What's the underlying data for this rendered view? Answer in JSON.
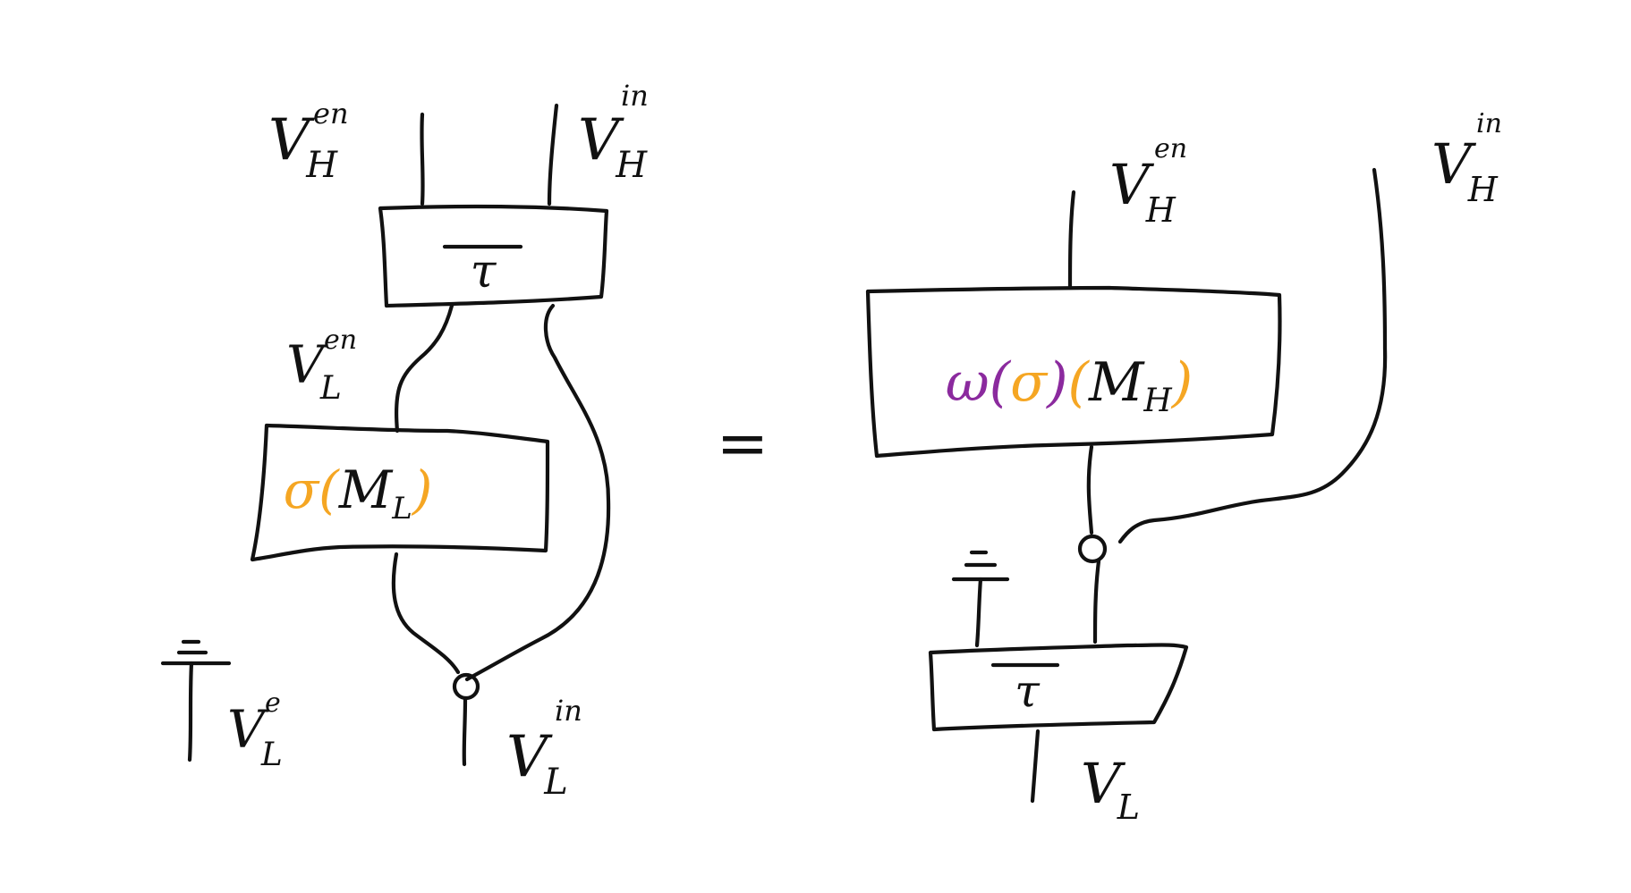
{
  "colors": {
    "ink": "#111111",
    "orange": "#F5A623",
    "purple": "#8B2A9E"
  },
  "left": {
    "labels": {
      "v_h_en": {
        "base": "V",
        "sub": "H",
        "sup": "en"
      },
      "v_h_in": {
        "base": "V",
        "sub": "H",
        "sup": "in"
      },
      "v_l_en": {
        "base": "V",
        "sub": "L",
        "sup": "en"
      },
      "v_l_e": {
        "base": "V",
        "sub": "L",
        "sup": "e"
      },
      "v_l_in": {
        "base": "V",
        "sub": "L",
        "sup": "in"
      }
    },
    "box_tau": {
      "symbol": "τ"
    },
    "box_sigma": {
      "fn": "σ",
      "open": "(",
      "arg": "M",
      "arg_sub": "L",
      "close": ")"
    }
  },
  "equals": "=",
  "right": {
    "labels": {
      "v_h_en": {
        "base": "V",
        "sub": "H",
        "sup": "en"
      },
      "v_h_in": {
        "base": "V",
        "sub": "H",
        "sup": "in"
      },
      "v_l": {
        "base": "V",
        "sub": "L"
      }
    },
    "box_omega": {
      "fn": "ω",
      "open1": "(",
      "inner": "σ",
      "close1": ")",
      "open2": "(",
      "arg": "M",
      "arg_sub": "H",
      "close2": ")"
    },
    "box_tau": {
      "symbol": "τ"
    }
  }
}
